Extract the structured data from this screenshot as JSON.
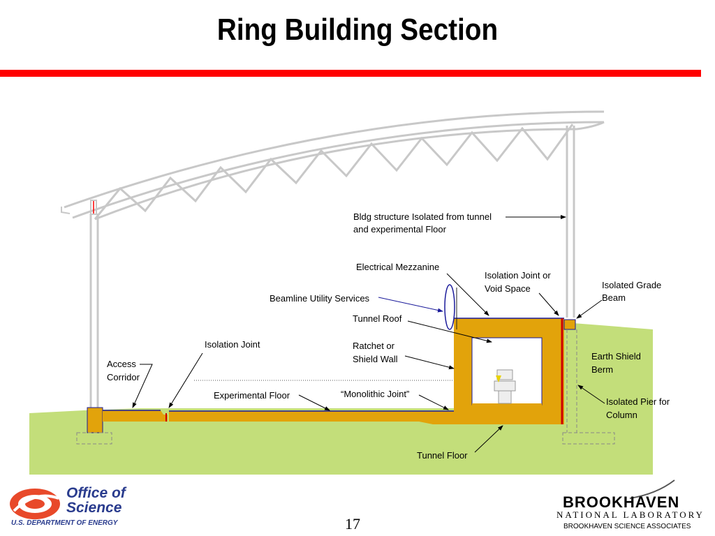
{
  "title": "Ring Building Section",
  "labels": {
    "bldg_structure_line1": "Bldg structure Isolated from tunnel",
    "bldg_structure_line2": "and experimental Floor",
    "electrical_mezzanine": "Electrical Mezzanine",
    "isolation_joint_void_line1": "Isolation Joint or",
    "isolation_joint_void_line2": "Void Space",
    "isolated_grade_beam_line1": "Isolated Grade",
    "isolated_grade_beam_line2": "Beam",
    "beamline_utility": "Beamline Utility Services",
    "tunnel_roof": "Tunnel Roof",
    "isolation_joint": "Isolation Joint",
    "ratchet_line1": "Ratchet or",
    "ratchet_line2": "Shield Wall",
    "earth_shield_line1": "Earth Shield",
    "earth_shield_line2": "Berm",
    "access_corridor_line1": "Access",
    "access_corridor_line2": "Corridor",
    "experimental_floor": "Experimental Floor",
    "monolithic_joint": "“Monolithic Joint”",
    "isolated_pier_line1": "Isolated Pier for",
    "isolated_pier_line2": "Column",
    "tunnel_floor": "Tunnel Floor"
  },
  "footer": {
    "office_line1": "Office of",
    "office_line2": "Science",
    "doe": "U.S. DEPARTMENT OF ENERGY",
    "page_number": "17",
    "bnl_name": "BROOKHAVEN",
    "bnl_lab": "NATIONAL LABORATORY",
    "bnl_assoc": "BROOKHAVEN SCIENCE ASSOCIATES"
  },
  "colors": {
    "accent_bar": "#ff0000",
    "ground": "#c3de7a",
    "concrete": "#e2a30b",
    "structure": "#c8c8c8",
    "utility": "#1a1a9a",
    "doe_blue": "#2a3c8e"
  }
}
